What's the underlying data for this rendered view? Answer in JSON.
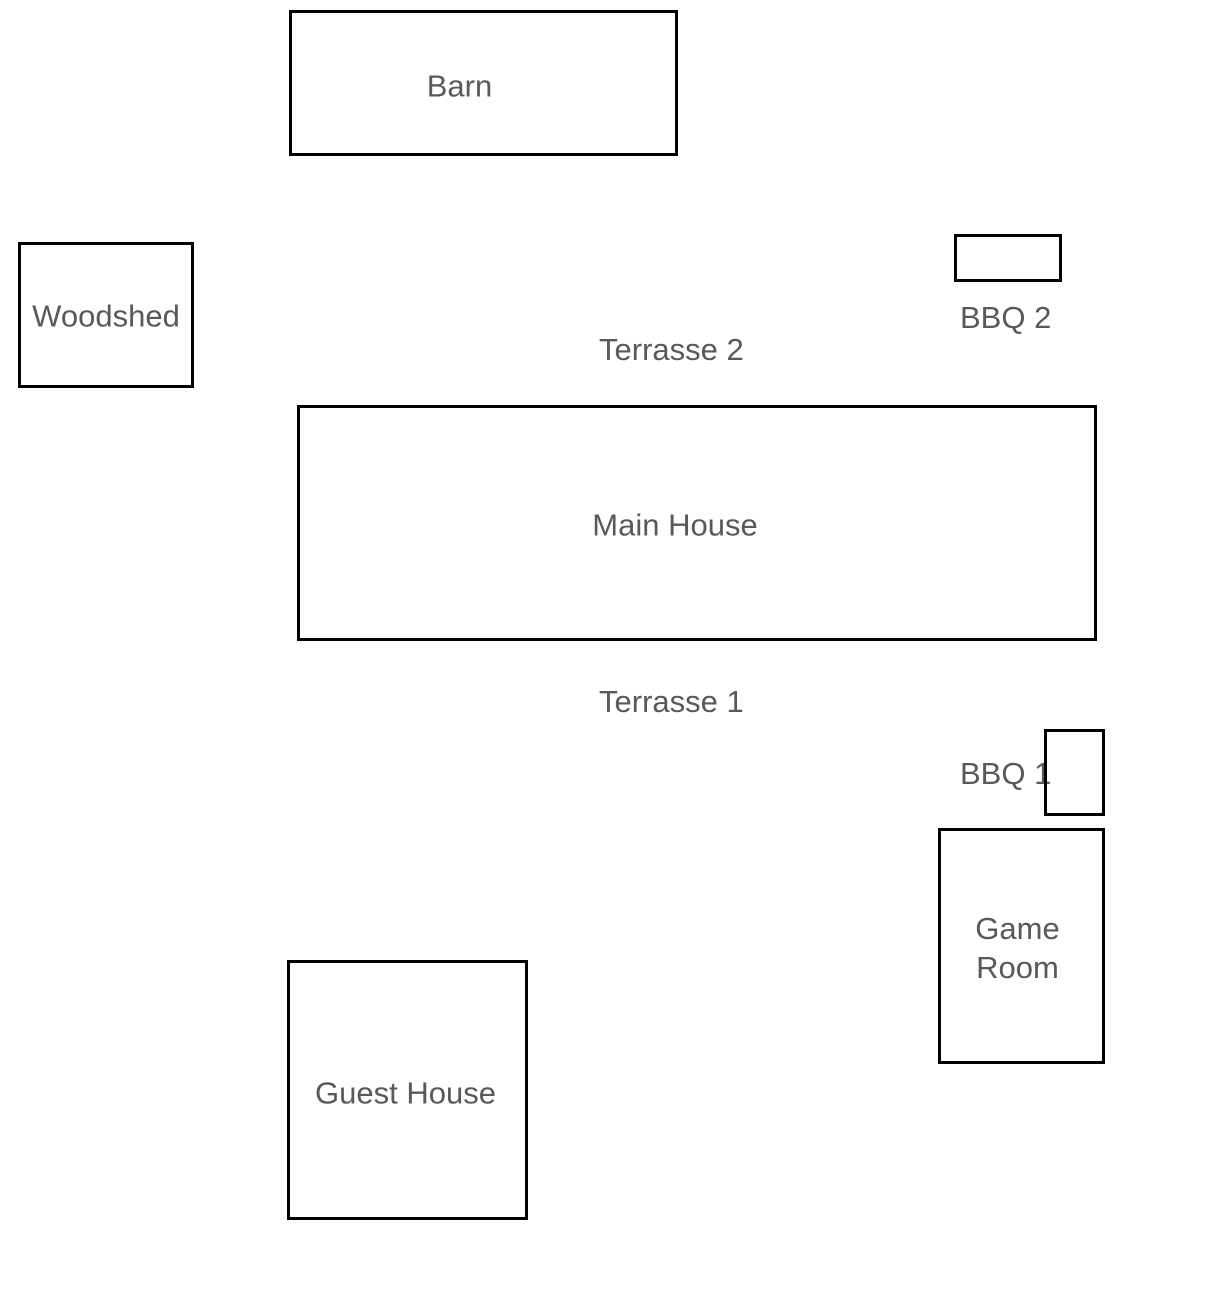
{
  "diagram": {
    "buildings": {
      "barn": "Barn",
      "woodshed": "Woodshed",
      "main_house": "Main House",
      "game_room": "Game Room",
      "guest_house": "Guest House"
    },
    "labels": {
      "terrasse_2": "Terrasse 2",
      "terrasse_1": "Terrasse 1",
      "bbq_2": "BBQ 2",
      "bbq_1": "BBQ 1"
    }
  }
}
